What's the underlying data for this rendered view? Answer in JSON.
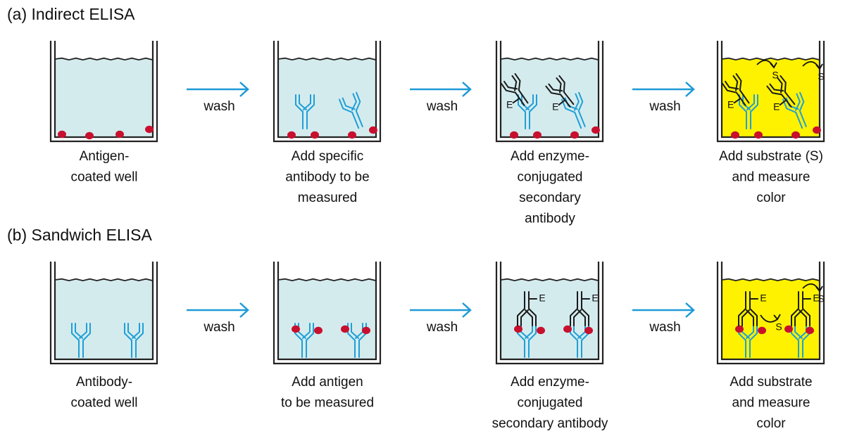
{
  "colors": {
    "liquid": "#d4ebee",
    "substrate_liquid": "#fff200",
    "antigen": "#c8102e",
    "primary_antibody": "#1f9fd6",
    "secondary_antibody": "#1a1a1a",
    "arrow": "#1e9ad6",
    "well_outline": "#222222"
  },
  "step_label": "wash",
  "enzyme_label": "E",
  "substrate_label": "S",
  "panels": [
    {
      "title": "(a) Indirect ELISA",
      "steps": [
        {
          "caption": [
            "Antigen-",
            "coated well"
          ]
        },
        {
          "caption": [
            "Add specific",
            "antibody to be",
            "measured"
          ]
        },
        {
          "caption": [
            "Add enzyme-",
            "conjugated",
            "secondary",
            "antibody"
          ]
        },
        {
          "caption": [
            "Add substrate (S)",
            "and measure",
            "color"
          ]
        }
      ]
    },
    {
      "title": "(b) Sandwich ELISA",
      "steps": [
        {
          "caption": [
            "Antibody-",
            "coated well"
          ]
        },
        {
          "caption": [
            "Add antigen",
            "to be measured"
          ]
        },
        {
          "caption": [
            "Add enzyme-",
            "conjugated",
            "secondary antibody"
          ]
        },
        {
          "caption": [
            "Add substrate",
            "and measure",
            "color"
          ]
        }
      ]
    }
  ]
}
